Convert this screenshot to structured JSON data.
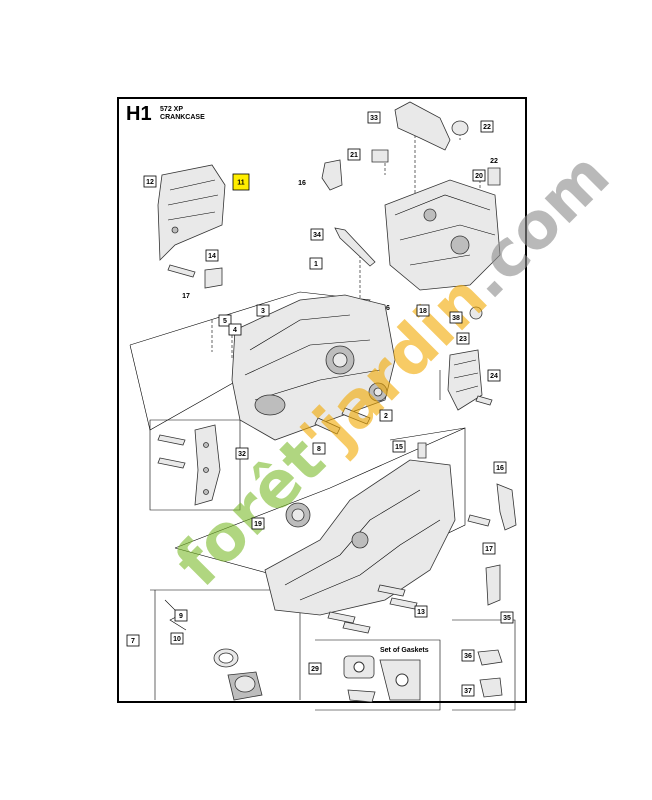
{
  "header": {
    "code": "H1",
    "model": "572 XP",
    "section": "CRANKCASE"
  },
  "gasket_set_label": "Set of Gaskets",
  "callouts": [
    {
      "id": "c33",
      "text": "33"
    },
    {
      "id": "c22a",
      "text": "22"
    },
    {
      "id": "c21",
      "text": "21"
    },
    {
      "id": "c22b",
      "text": "22"
    },
    {
      "id": "c16a",
      "text": "16"
    },
    {
      "id": "c20",
      "text": "20"
    },
    {
      "id": "c12",
      "text": "12"
    },
    {
      "id": "c11",
      "text": "11"
    },
    {
      "id": "c34",
      "text": "34"
    },
    {
      "id": "c14",
      "text": "14"
    },
    {
      "id": "c17a",
      "text": "17"
    },
    {
      "id": "c1",
      "text": "1"
    },
    {
      "id": "c6",
      "text": "6"
    },
    {
      "id": "c5",
      "text": "5"
    },
    {
      "id": "c4",
      "text": "4"
    },
    {
      "id": "c3",
      "text": "3"
    },
    {
      "id": "c18",
      "text": "18"
    },
    {
      "id": "c38",
      "text": "38"
    },
    {
      "id": "c23",
      "text": "23"
    },
    {
      "id": "c24",
      "text": "24"
    },
    {
      "id": "c2",
      "text": "2"
    },
    {
      "id": "c8",
      "text": "8"
    },
    {
      "id": "c32",
      "text": "32"
    },
    {
      "id": "c15",
      "text": "15"
    },
    {
      "id": "c16b",
      "text": "16"
    },
    {
      "id": "c19",
      "text": "19"
    },
    {
      "id": "c17b",
      "text": "17"
    },
    {
      "id": "c9",
      "text": "9"
    },
    {
      "id": "c13",
      "text": "13"
    },
    {
      "id": "c7",
      "text": "7"
    },
    {
      "id": "c10",
      "text": "10"
    },
    {
      "id": "c29",
      "text": "29"
    },
    {
      "id": "c35",
      "text": "35"
    },
    {
      "id": "c36",
      "text": "36"
    },
    {
      "id": "c37",
      "text": "37"
    }
  ],
  "watermark": {
    "text": "foret'jardin.com",
    "colors": [
      "#7dbb2c",
      "#f2a900",
      "#8c8c8c"
    ]
  },
  "highlight_color": "#ffee00"
}
